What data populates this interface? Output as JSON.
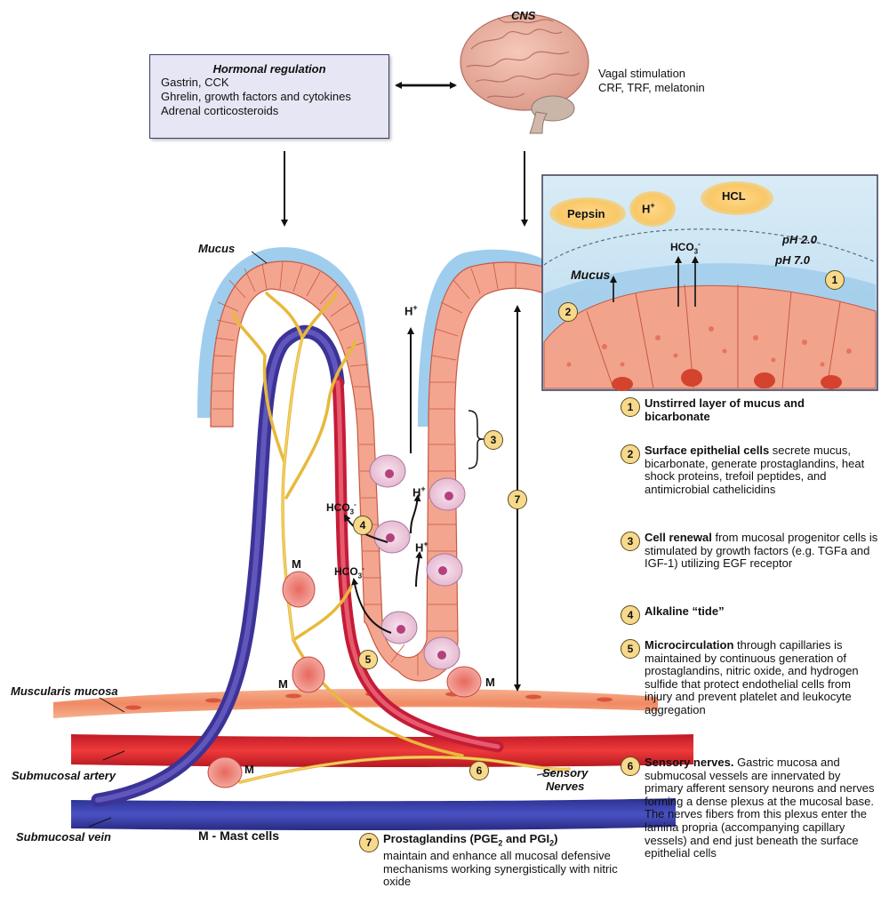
{
  "cns_label": "CNS",
  "hormonal": {
    "title": "Hormonal regulation",
    "lines": [
      "Gastrin, CCK",
      "Ghrelin, growth factors and cytokines",
      "Adrenal corticosteroids"
    ]
  },
  "vagal": [
    "Vagal stimulation",
    "CRF, TRF, melatonin"
  ],
  "inset": {
    "pepsin": "Pepsin",
    "h_base": "H",
    "h_sup": "+",
    "hcl": "HCL",
    "ph_low": "pH 2.0",
    "ph_high": "pH 7.0",
    "mucus": "Mucus",
    "hco3_base": "HCO",
    "hco3_sub": "3",
    "hco3_sup": "-",
    "num1": "1",
    "num2": "2"
  },
  "diagram_labels": {
    "mucus": "Mucus",
    "h1_base": "H",
    "h1_sup": "+",
    "h2_base": "H",
    "h2_sup": "+",
    "h3_base": "H",
    "h3_sup": "+",
    "hco3a_base": "HCO",
    "hco3a_sub": "3",
    "hco3a_sup": "-",
    "hco3b_base": "HCO",
    "hco3b_sub": "3",
    "hco3b_sup": "-",
    "m1": "M",
    "m2": "M",
    "m3": "M",
    "m4": "M",
    "muscularis": "Muscularis mucosa",
    "artery": "Submucosal artery",
    "vein": "Submucosal vein",
    "sensory1": "Sensory",
    "sensory2": "Nerves",
    "mast": "M - Mast cells",
    "n3": "3",
    "n4": "4",
    "n5": "5",
    "n6": "6",
    "n7": "7"
  },
  "legend": [
    {
      "num": "1",
      "bold": "Unstirred layer of mucus and bicarbonate",
      "rest": ""
    },
    {
      "num": "2",
      "bold": "Surface epithelial cells",
      "rest": " secrete mucus, bicarbonate, generate prostaglandins, heat shock proteins, trefoil peptides, and antimicrobial cathelicidins"
    },
    {
      "num": "3",
      "bold": "Cell renewal",
      "rest": " from mucosal progenitor cells is stimulated by growth factors (e.g. TGFa and IGF-1) utilizing EGF receptor"
    },
    {
      "num": "4",
      "bold": "Alkaline “tide”",
      "rest": ""
    },
    {
      "num": "5",
      "bold": "Microcirculation",
      "rest": " through capillaries is maintained by continuous generation of prostaglandins, nitric oxide, and hydrogen sulfide that protect endothelial cells from injury and prevent platelet and leukocyte aggregation"
    },
    {
      "num": "6",
      "bold": "Sensory nerves.",
      "rest": " Gastric mucosa and submucosal vessels are innervated by primary afferent sensory neurons and nerves forming a dense plexus at the mucosal base. The nerves fibers from this plexus enter the lamina propria (accompanying capillary vessels) and end just beneath the surface epithelial cells"
    }
  ],
  "prostaglandins": {
    "num": "7",
    "bold_a": "Prostaglandins (PGE",
    "sub_a": "2",
    "bold_b": " and PGI",
    "sub_b": "2",
    "bold_c": ")",
    "rest": "maintain and enhance all mucosal defensive mechanisms working synergistically with nitric oxide"
  }
}
